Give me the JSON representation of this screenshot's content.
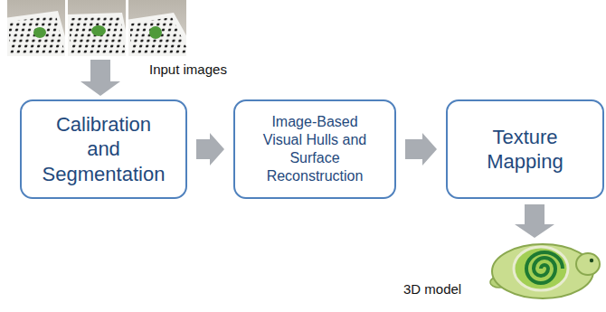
{
  "diagram": {
    "nodes": [
      {
        "text": [
          "Calibration and Segmentation"
        ]
      },
      {
        "text": [
          "Image-Based Visual Hulls and Surface Reconstruction"
        ]
      },
      {
        "text": [
          "Texture Mapping"
        ]
      }
    ],
    "edges": [
      {
        "from": 0,
        "to": 1,
        "arrow": "to"
      },
      {
        "from": 1,
        "to": 2,
        "arrow": "to"
      }
    ],
    "labels": [
      "Input images",
      "3D model"
    ]
  }
}
